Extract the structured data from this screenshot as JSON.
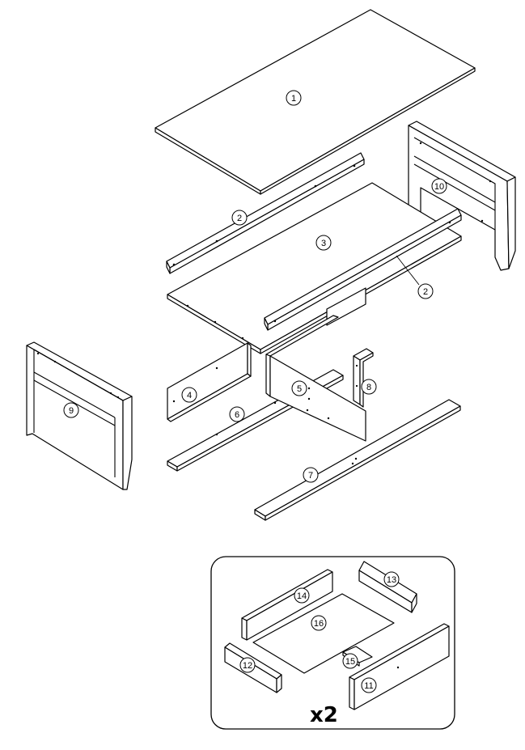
{
  "diagram": {
    "main_parts": [
      "1",
      "2",
      "2",
      "3",
      "4",
      "5",
      "6",
      "7",
      "8",
      "9",
      "10"
    ],
    "drawer_parts": [
      "11",
      "12",
      "13",
      "14",
      "15",
      "16"
    ],
    "drawer_multiplier": "x2",
    "line_color": "#000000",
    "background_color": "#ffffff"
  }
}
